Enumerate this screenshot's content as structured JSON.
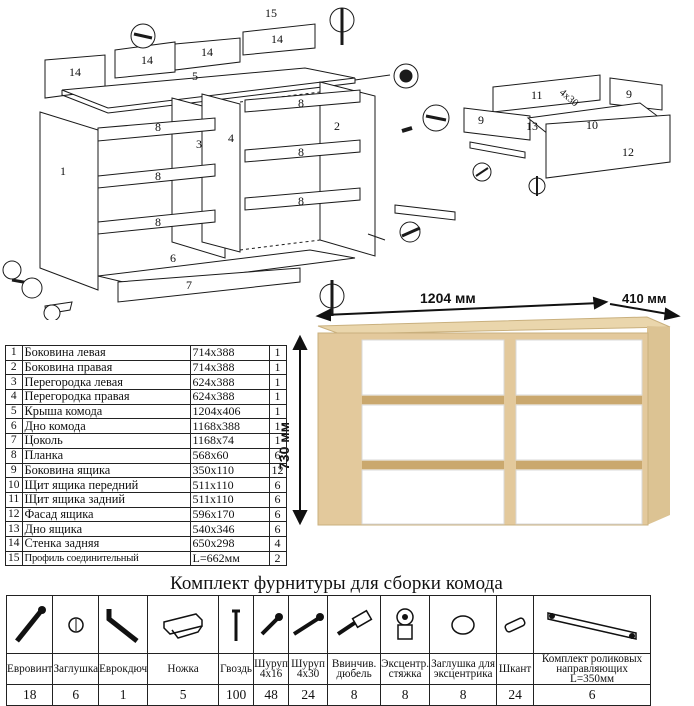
{
  "exploded_view": {
    "part_numbers": [
      "1",
      "2",
      "3",
      "4",
      "5",
      "6",
      "7",
      "8",
      "9",
      "11",
      "12",
      "13",
      "14",
      "15"
    ],
    "screw_label": "4x30"
  },
  "dimensions": {
    "width": "1204 мм",
    "depth": "410 мм",
    "height": "730 мм"
  },
  "parts": [
    {
      "n": "1",
      "name": "Боковина левая",
      "size": "714x388",
      "qty": "1"
    },
    {
      "n": "2",
      "name": "Боковина правая",
      "size": "714x388",
      "qty": "1"
    },
    {
      "n": "3",
      "name": "Перегородка левая",
      "size": "624x388",
      "qty": "1"
    },
    {
      "n": "4",
      "name": "Перегородка правая",
      "size": "624x388",
      "qty": "1"
    },
    {
      "n": "5",
      "name": "Крыша комода",
      "size": "1204x406",
      "qty": "1"
    },
    {
      "n": "6",
      "name": "Дно комода",
      "size": "1168x388",
      "qty": "1"
    },
    {
      "n": "7",
      "name": "Цоколь",
      "size": "1168x74",
      "qty": "1"
    },
    {
      "n": "8",
      "name": "Планка",
      "size": "568x60",
      "qty": "6"
    },
    {
      "n": "9",
      "name": "Боковина ящика",
      "size": "350x110",
      "qty": "12"
    },
    {
      "n": "10",
      "name": "Щит ящика передний",
      "size": "511x110",
      "qty": "6"
    },
    {
      "n": "11",
      "name": "Щит ящика задний",
      "size": "511x110",
      "qty": "6"
    },
    {
      "n": "12",
      "name": "Фасад ящика",
      "size": "596x170",
      "qty": "6"
    },
    {
      "n": "13",
      "name": "Дно ящика",
      "size": "540x346",
      "qty": "6"
    },
    {
      "n": "14",
      "name": "Стенка задняя",
      "size": "650x298",
      "qty": "4"
    },
    {
      "n": "15",
      "name": "Профиль соединительный",
      "size": "L=662мм",
      "qty": "2"
    }
  ],
  "hardware": {
    "title": "Комплект фурнитуры для сборки комода",
    "items": [
      {
        "label": "Евровинт",
        "qty": "18",
        "icon": "eurovint-screw-icon"
      },
      {
        "label": "Заглушка",
        "qty": "6",
        "icon": "cap-icon"
      },
      {
        "label": "Еврокдюч",
        "qty": "1",
        "icon": "hex-key-icon"
      },
      {
        "label": "Ножка",
        "qty": "5",
        "icon": "furniture-foot-icon"
      },
      {
        "label": "Гвоздь",
        "qty": "100",
        "icon": "nail-icon"
      },
      {
        "label": "Шуруп 4x16",
        "qty": "48",
        "icon": "short-screw-icon"
      },
      {
        "label": "Шуруп 4x30",
        "qty": "24",
        "icon": "long-screw-icon"
      },
      {
        "label": "Ввинчив. дюбель",
        "qty": "8",
        "icon": "screw-in-dowel-icon"
      },
      {
        "label": "Эксцентр. стяжка",
        "qty": "8",
        "icon": "eccentric-coupling-icon"
      },
      {
        "label": "Заглушка для эксцентрика",
        "qty": "8",
        "icon": "eccentric-cap-icon"
      },
      {
        "label": "Шкант",
        "qty": "24",
        "icon": "wood-dowel-icon"
      },
      {
        "label": "Комплект роликовых направляющих L=350мм",
        "qty": "6",
        "icon": "roller-slide-icon"
      }
    ]
  }
}
